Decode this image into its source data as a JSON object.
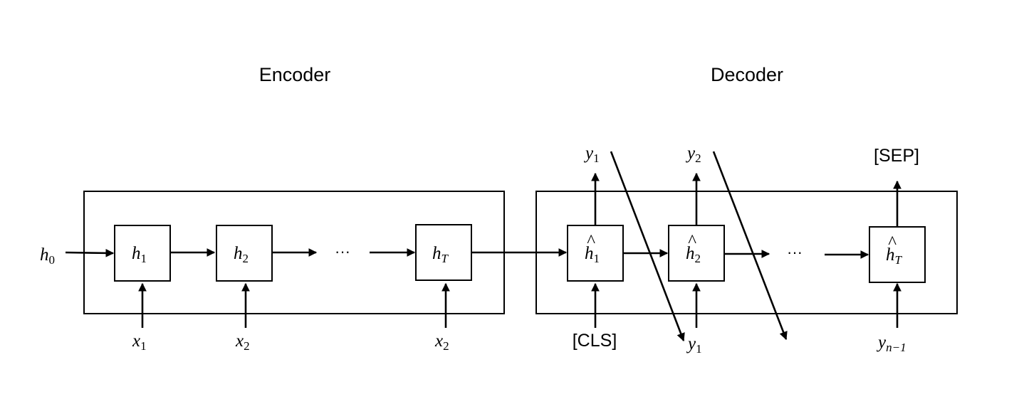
{
  "encoder": {
    "title": "Encoder",
    "initial_state": {
      "base": "h",
      "sub": "0"
    },
    "cells": [
      {
        "base": "h",
        "sub": "1",
        "input": {
          "base": "x",
          "sub": "1"
        }
      },
      {
        "base": "h",
        "sub": "2",
        "input": {
          "base": "x",
          "sub": "2"
        }
      },
      {
        "base": "h",
        "sub": "T",
        "input": {
          "base": "x",
          "sub": "2"
        }
      }
    ],
    "ellipsis": "···"
  },
  "decoder": {
    "title": "Decoder",
    "cells": [
      {
        "base": "h",
        "hat": "^",
        "sub": "1",
        "input": "[CLS]",
        "output": {
          "base": "y",
          "sub": "1"
        }
      },
      {
        "base": "h",
        "hat": "^",
        "sub": "2",
        "input": {
          "base": "y",
          "sub": "1"
        },
        "output": {
          "base": "y",
          "sub": "2"
        }
      },
      {
        "base": "h",
        "hat": "^",
        "sub": "T",
        "input": {
          "base": "y",
          "sub": "n−1"
        },
        "output": "[SEP]"
      }
    ],
    "ellipsis": "···"
  },
  "colors": {
    "stroke": "#000000",
    "background": "#ffffff"
  }
}
